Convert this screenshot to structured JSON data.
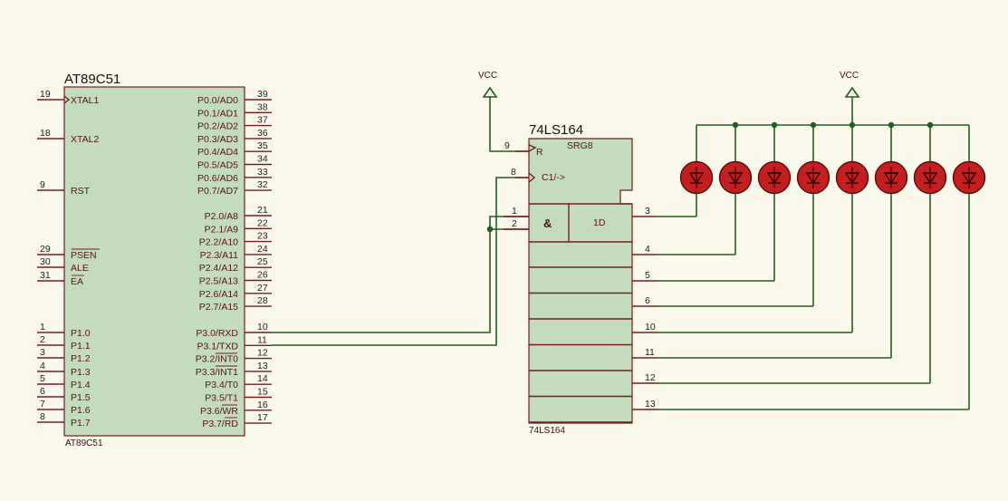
{
  "colors": {
    "background": "#fbf8ec",
    "chip_body": "#c2dcbd",
    "chip_outline": "#7a1c1c",
    "wire": "#1f5f1f",
    "led_fill": "#c41e1e"
  },
  "mcu": {
    "title": "AT89C51",
    "part_label": "AT89C51",
    "left_pins": [
      {
        "num": "19",
        "name": "XTAL1"
      },
      {
        "num": "18",
        "name": "XTAL2"
      },
      {
        "num": "9",
        "name": "RST"
      },
      {
        "num": "29",
        "name": "PSEN"
      },
      {
        "num": "30",
        "name": "ALE"
      },
      {
        "num": "31",
        "name": "EA"
      },
      {
        "num": "1",
        "name": "P1.0"
      },
      {
        "num": "2",
        "name": "P1.1"
      },
      {
        "num": "3",
        "name": "P1.2"
      },
      {
        "num": "4",
        "name": "P1.3"
      },
      {
        "num": "5",
        "name": "P1.4"
      },
      {
        "num": "6",
        "name": "P1.5"
      },
      {
        "num": "7",
        "name": "P1.6"
      },
      {
        "num": "8",
        "name": "P1.7"
      }
    ],
    "right_pins": [
      {
        "num": "39",
        "name": "P0.0/AD0"
      },
      {
        "num": "38",
        "name": "P0.1/AD1"
      },
      {
        "num": "37",
        "name": "P0.2/AD2"
      },
      {
        "num": "36",
        "name": "P0.3/AD3"
      },
      {
        "num": "35",
        "name": "P0.4/AD4"
      },
      {
        "num": "34",
        "name": "P0.5/AD5"
      },
      {
        "num": "33",
        "name": "P0.6/AD6"
      },
      {
        "num": "32",
        "name": "P0.7/AD7"
      },
      {
        "num": "21",
        "name": "P2.0/A8"
      },
      {
        "num": "22",
        "name": "P2.1/A9"
      },
      {
        "num": "23",
        "name": "P2.2/A10"
      },
      {
        "num": "24",
        "name": "P2.3/A11"
      },
      {
        "num": "25",
        "name": "P2.4/A12"
      },
      {
        "num": "26",
        "name": "P2.5/A13"
      },
      {
        "num": "27",
        "name": "P2.6/A14"
      },
      {
        "num": "28",
        "name": "P2.7/A15"
      },
      {
        "num": "10",
        "name": "P3.0/RXD"
      },
      {
        "num": "11",
        "name": "P3.1/TXD"
      },
      {
        "num": "12",
        "name": "P3.2/INT0"
      },
      {
        "num": "13",
        "name": "P3.3/INT1"
      },
      {
        "num": "14",
        "name": "P3.4/T0"
      },
      {
        "num": "15",
        "name": "P3.5/T1"
      },
      {
        "num": "16",
        "name": "P3.6/WR"
      },
      {
        "num": "17",
        "name": "P3.7/RD"
      }
    ]
  },
  "shift_register": {
    "title": "74LS164",
    "part_label": "74LS164",
    "type_label": "SRG8",
    "reset_label": "R",
    "clock_label": "C1/->",
    "and_label": "&",
    "data_label": "1D",
    "pin_reset": "9",
    "pin_clock": "8",
    "pin_in_a": "1",
    "pin_in_b": "2",
    "outputs": [
      "3",
      "4",
      "5",
      "6",
      "10",
      "11",
      "12",
      "13"
    ]
  },
  "power": {
    "left_label": "VCC",
    "right_label": "VCC"
  },
  "leds": {
    "count": 8
  }
}
